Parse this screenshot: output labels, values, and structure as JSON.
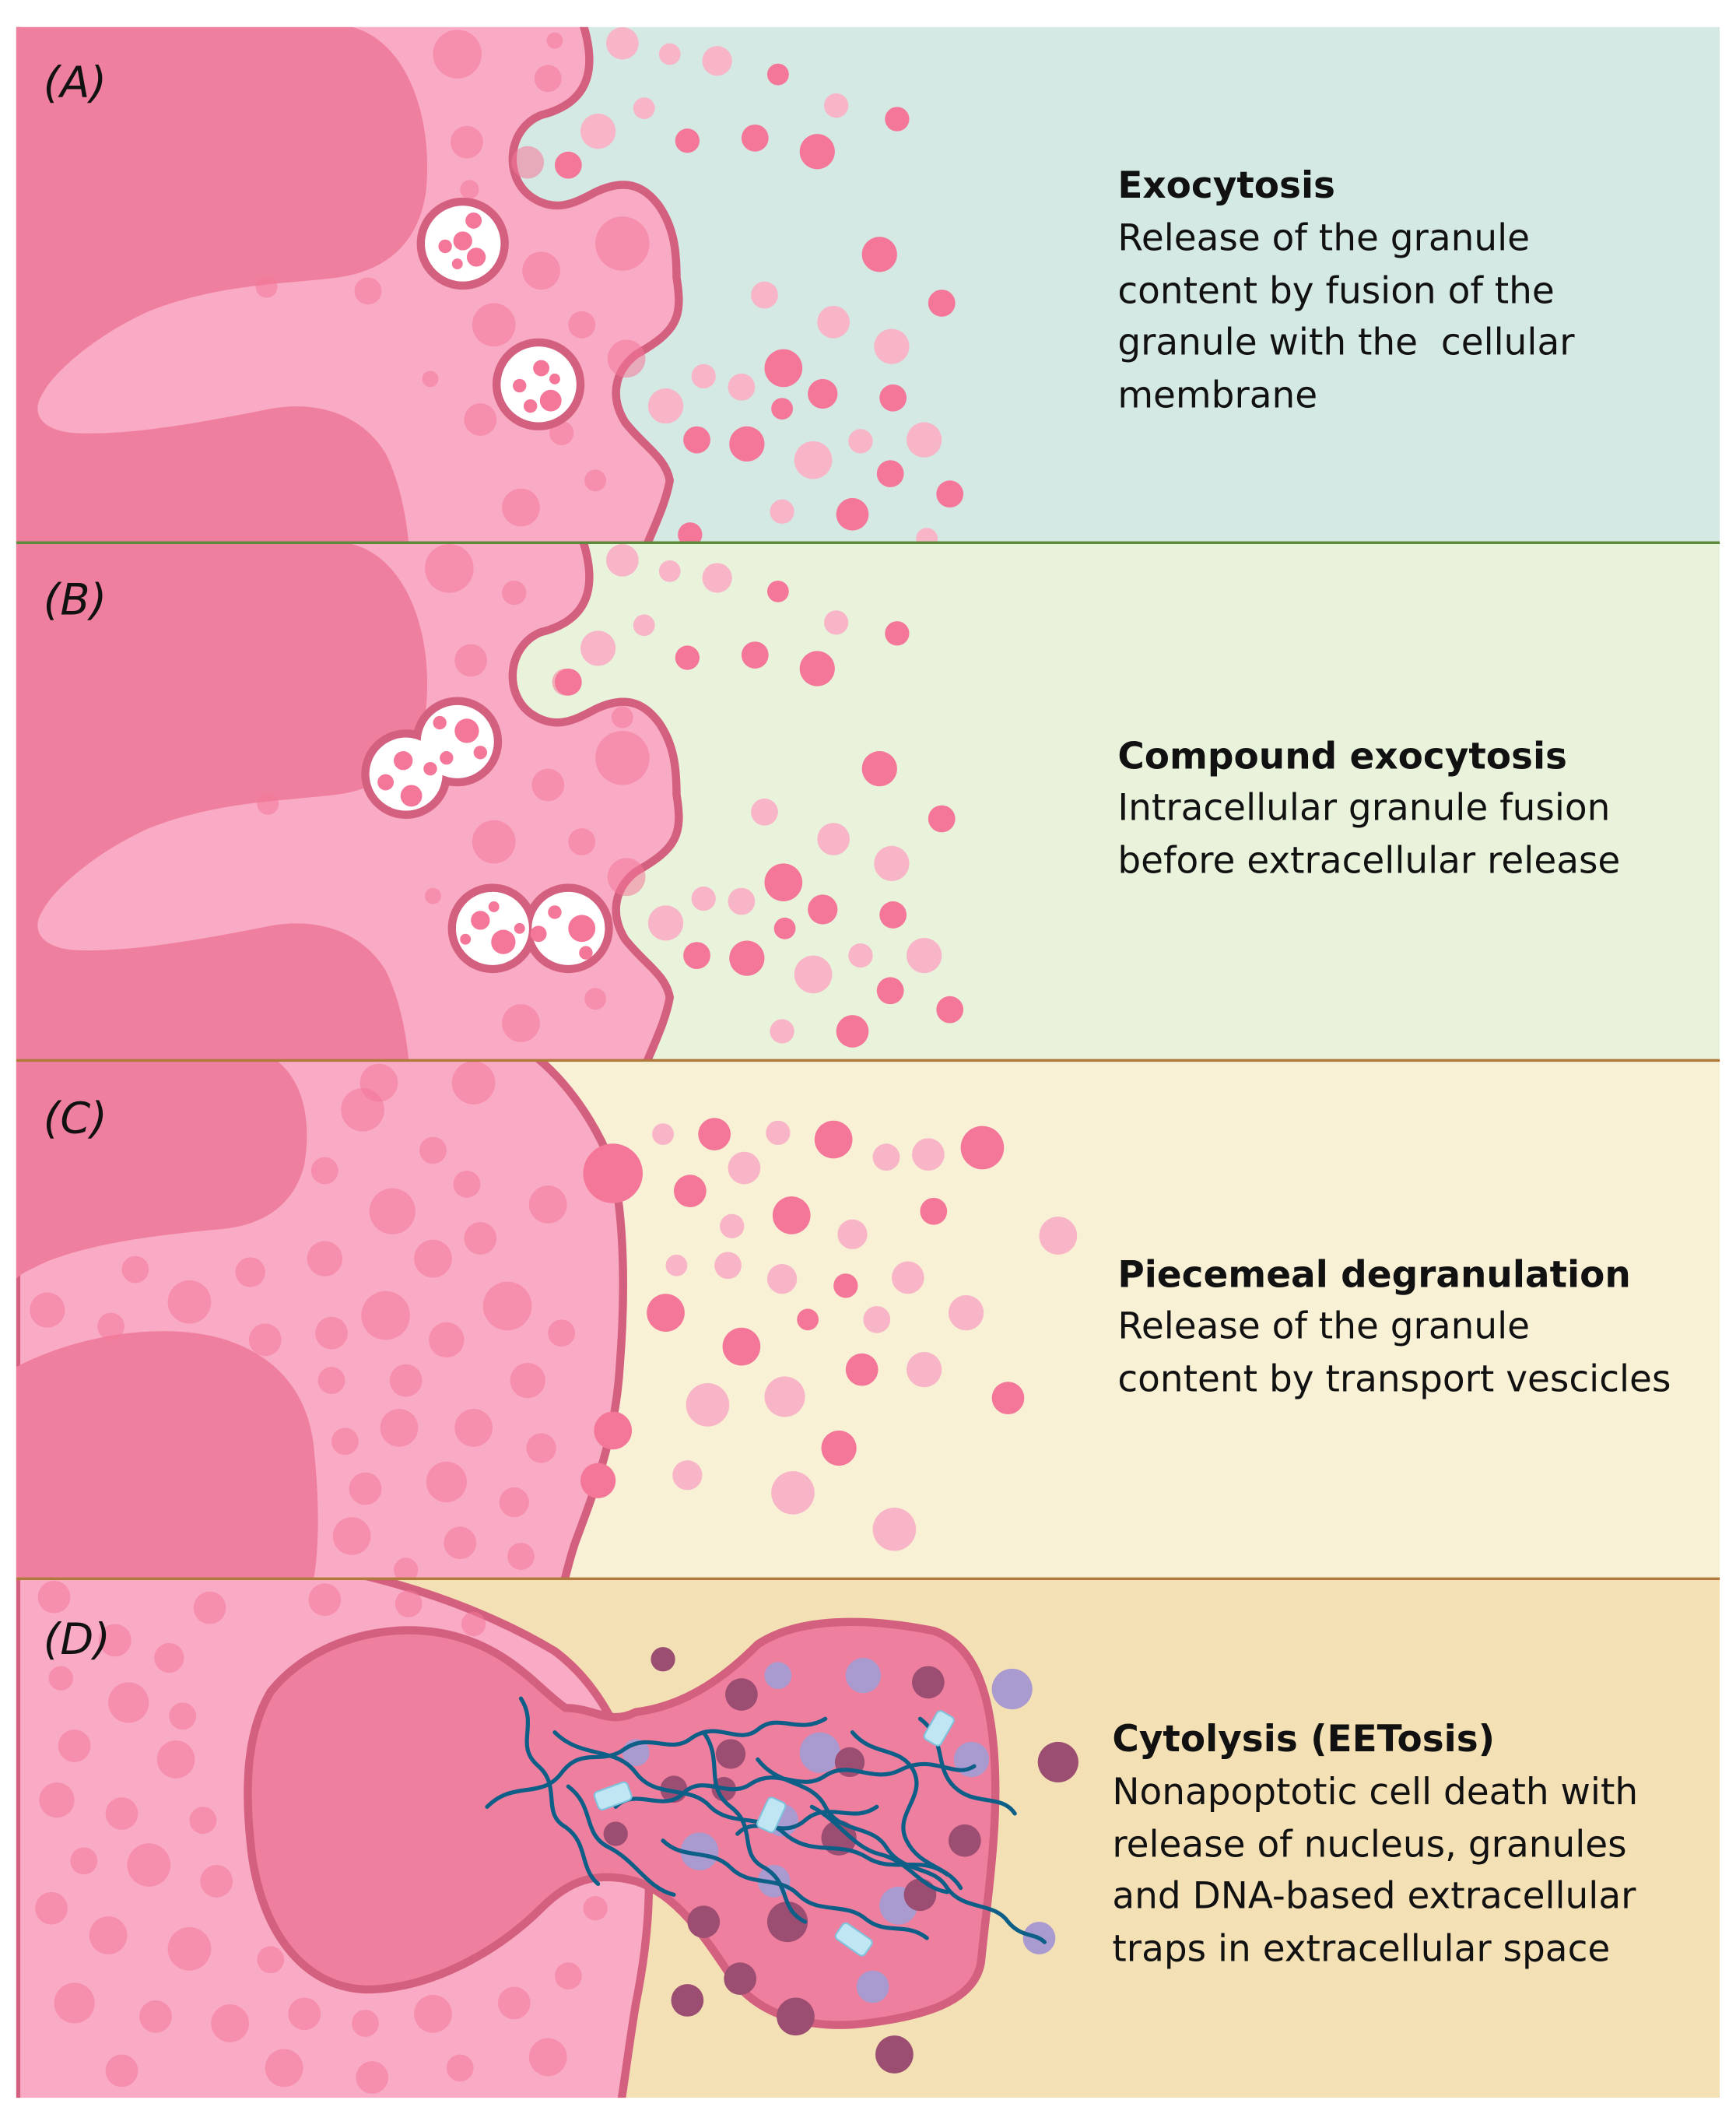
{
  "colors": {
    "panel_a_bg": "#d4e8e4",
    "panel_b_bg": "#e9f3dc",
    "panel_c_bg": "#f8f1d6",
    "panel_d_bg": "#f4e0b5",
    "cytoplasm": "#f9aac5",
    "nucleus": "#ef7f9e",
    "membrane": "#d4607f",
    "granule": "#f47799",
    "granule_light": "#f8b5c8",
    "dna_strand": "#0e5f87",
    "histone_crystal": "#bfe6f2",
    "purple_granule": "#a99ad0",
    "mauve_granule": "#9c4e72",
    "divider_a": "#5b8a3a",
    "divider_bcd": "#b07a3c"
  },
  "panels": [
    {
      "letter": "(A)",
      "title": "Exocytosis",
      "description": [
        "Release of the granule",
        "content by fusion of the",
        "granule with the  cellular",
        "membrane"
      ]
    },
    {
      "letter": "(B)",
      "title": "Compound exocytosis",
      "description": [
        "Intracellular granule fusion",
        "before extracellular release"
      ]
    },
    {
      "letter": "(C)",
      "title": "Piecemeal degranulation",
      "description": [
        "Release of the granule",
        "content by transport vescicles"
      ]
    },
    {
      "letter": "(D)",
      "title": "Cytolysis (EETosis)",
      "description": [
        "Nonapoptotic cell death with",
        "release of nucleus, granules",
        "and DNA-based extracellular",
        "traps in extracellular space"
      ]
    }
  ]
}
